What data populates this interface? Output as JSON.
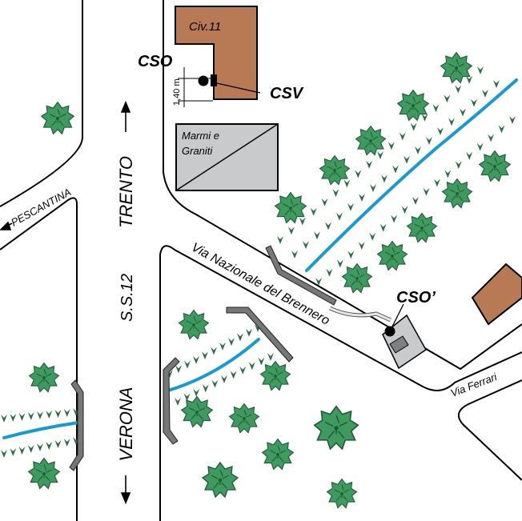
{
  "colors": {
    "building": "#b87a55",
    "building_gray": "#c9cacc",
    "tree_fill": "#3f9a5f",
    "tree_stroke": "#1f5a35",
    "water": "#159ad6",
    "barrier": "#777777",
    "grass": "#2b6e46",
    "road_line": "#000000"
  },
  "buildings": {
    "civ11": "Civ.11",
    "marmi": "Marmi e",
    "graniti": "Graniti"
  },
  "roads": {
    "trento": "TRENTO",
    "ss12": "S.S.12",
    "verona": "VERONA",
    "pescantina": "PESCANTINA",
    "nazionale": "Via Nazionale del Brennero",
    "ferrari": "Via Ferrari"
  },
  "points": {
    "cso": "CSO",
    "csv": "CSV",
    "cso_prime": "CSO’",
    "distance": "1,40 m"
  },
  "icons": {
    "tree": "tree-icon",
    "grass": "grass-tuft-icon",
    "arrow": "direction-arrow-icon"
  }
}
